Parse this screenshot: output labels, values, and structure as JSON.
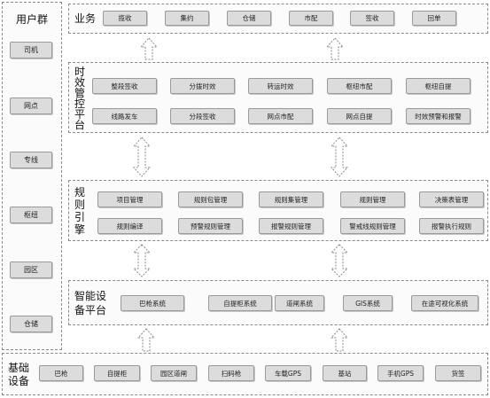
{
  "user_group": {
    "title": "用户群",
    "items": [
      "司机",
      "网点",
      "专线",
      "枢纽",
      "园区",
      "仓储"
    ]
  },
  "business": {
    "title": "业务",
    "items": [
      "揽收",
      "集约",
      "仓储",
      "市配",
      "签收",
      "回单"
    ]
  },
  "timeliness": {
    "title": [
      "时",
      "效",
      "管",
      "控",
      "平",
      "台"
    ],
    "row1": [
      "整段签收",
      "分拨时效",
      "转运时效",
      "枢纽市配",
      "枢纽自提"
    ],
    "row2": [
      "线路发车",
      "分段签收",
      "网点市配",
      "网点自提",
      "时效预警和报警"
    ]
  },
  "rules": {
    "title": [
      "规",
      "则",
      "引",
      "擎"
    ],
    "row1": [
      "项目管理",
      "规则包管理",
      "规则集管理",
      "规则管理",
      "决策表管理"
    ],
    "row2": [
      "规则编译",
      "预警规则管理",
      "报警规则管理",
      "警戒线规则管理",
      "报警执行规则"
    ]
  },
  "smart": {
    "title": [
      "智能设",
      "备平台"
    ],
    "items": [
      "巴枪系统",
      "自提柜系统",
      "道闸系统",
      "GIS系统",
      "在途可视化系统"
    ]
  },
  "infra": {
    "title": [
      "基础",
      "设备"
    ],
    "items": [
      "巴枪",
      "自提柜",
      "园区道闸",
      "扫码枪",
      "车载GPS",
      "基站",
      "手机GPS",
      "货签"
    ]
  },
  "colors": {
    "box": "#dcdcdc",
    "border": "#9a9a9a",
    "panel_border": "#8a8a8a"
  }
}
